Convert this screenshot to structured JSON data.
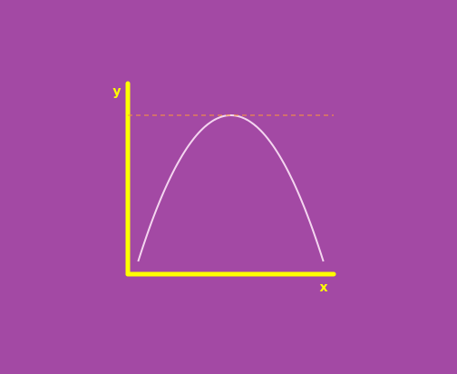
{
  "colors": {
    "background": "#a349a4",
    "axes": "#ffff00",
    "axis_labels": "#ffff00",
    "curve": "#f4d6f0",
    "peak_line": "#ff9933"
  },
  "chart_data": {
    "type": "line",
    "title": "",
    "xlabel": "x",
    "ylabel": "y",
    "grid": false,
    "tick_labels": false,
    "xlim": [
      0,
      1
    ],
    "ylim": [
      0,
      1
    ],
    "series": [
      {
        "style": "smooth parabola (downward opening)",
        "x": [
          0.05,
          0.5,
          0.95
        ],
        "y": [
          0.08,
          1.0,
          0.08
        ]
      }
    ],
    "annotations": [
      {
        "type": "horizontal-dashed-line",
        "y": 1.0,
        "meaning": "tangent at peak"
      }
    ]
  }
}
